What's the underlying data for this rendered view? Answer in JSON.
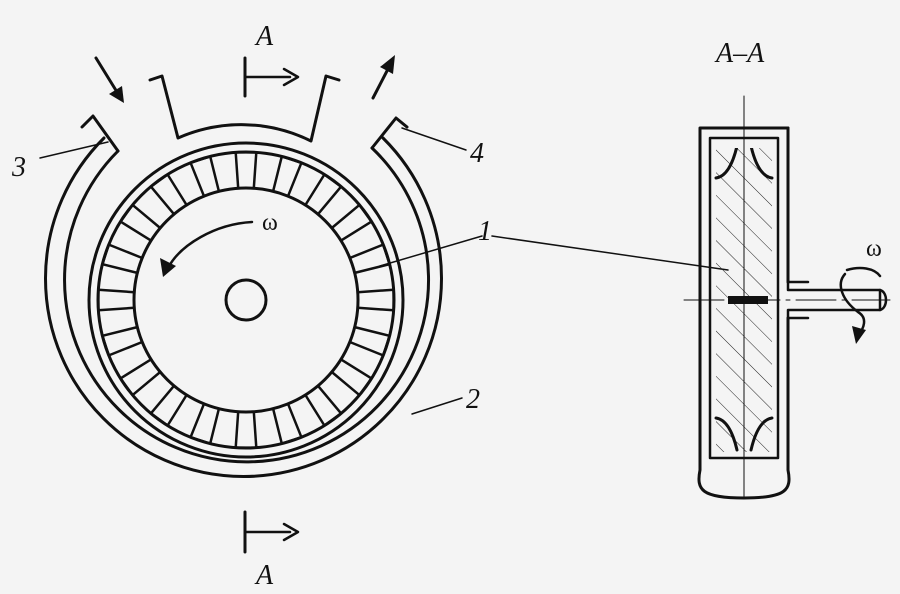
{
  "labels": {
    "section_mark_top": "A",
    "section_mark_bottom": "A",
    "section_title": "A–A",
    "omega_front": "ω",
    "omega_side": "ω",
    "label_1": "1",
    "label_2": "2",
    "label_3": "3",
    "label_4": "4"
  },
  "rotor": {
    "slot_count": 20
  },
  "colors": {
    "background": "#f4f4f4",
    "line": "#111111"
  }
}
